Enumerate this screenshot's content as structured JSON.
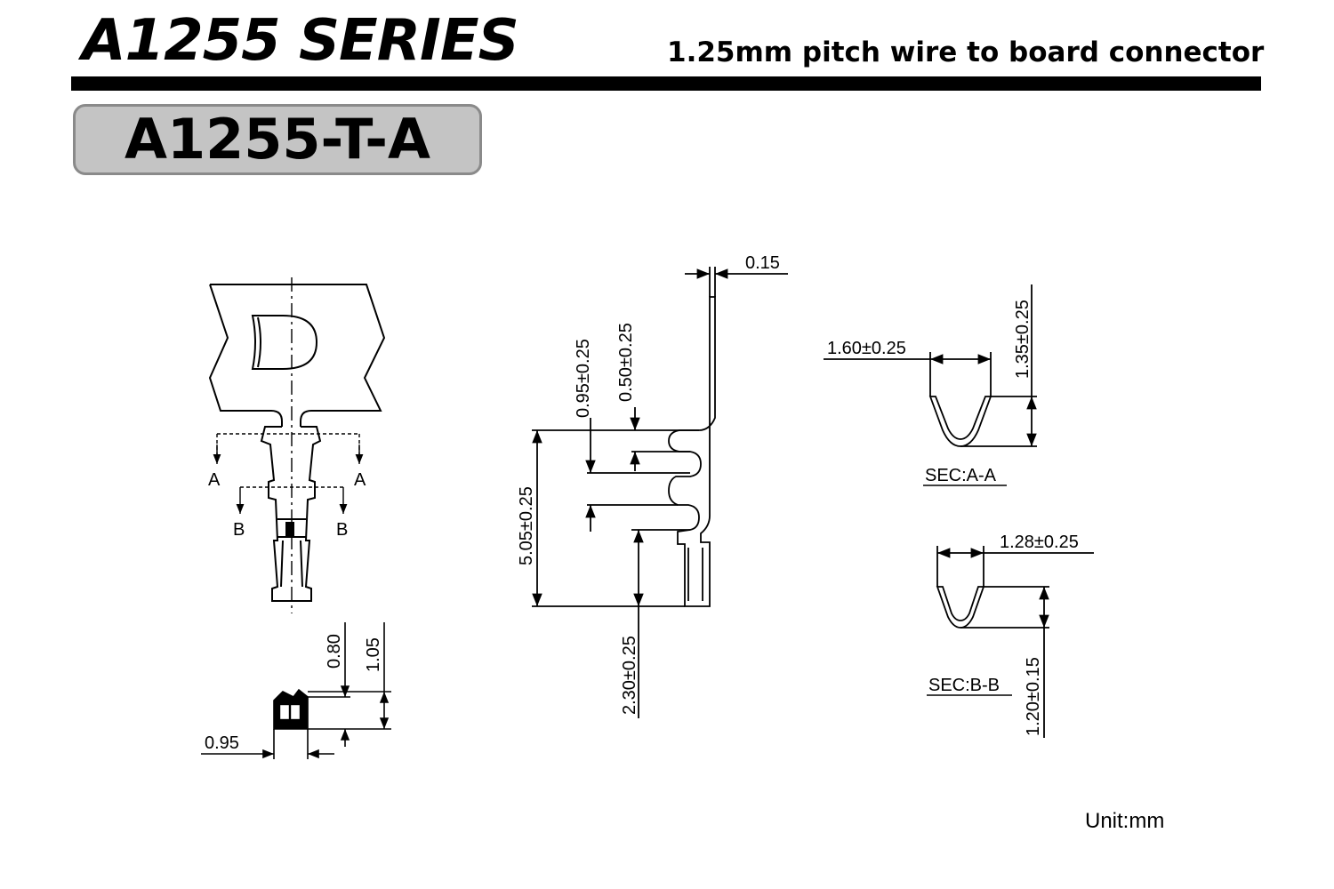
{
  "header": {
    "series_title": "A1255 SERIES",
    "subtitle": "1.25mm pitch wire to board connector",
    "part_number": "A1255-T-A"
  },
  "front_view": {
    "section_a_labels": [
      "A",
      "A"
    ],
    "section_b_labels": [
      "B",
      "B"
    ]
  },
  "end_view": {
    "dim_height_small": "0.80",
    "dim_height_large": "1.05",
    "dim_width": "0.95"
  },
  "side_view": {
    "dim_thickness": "0.15",
    "dim_095": "0.95±0.25",
    "dim_050": "0.50±0.25",
    "dim_505": "5.05±0.25",
    "dim_230": "2.30±0.25"
  },
  "section_aa": {
    "label": "SEC:A-A",
    "dim_width": "1.60±0.25",
    "dim_height": "1.35±0.25"
  },
  "section_bb": {
    "label": "SEC:B-B",
    "dim_width": "1.28±0.25",
    "dim_height": "1.20±0.15"
  },
  "unit": "Unit:mm"
}
